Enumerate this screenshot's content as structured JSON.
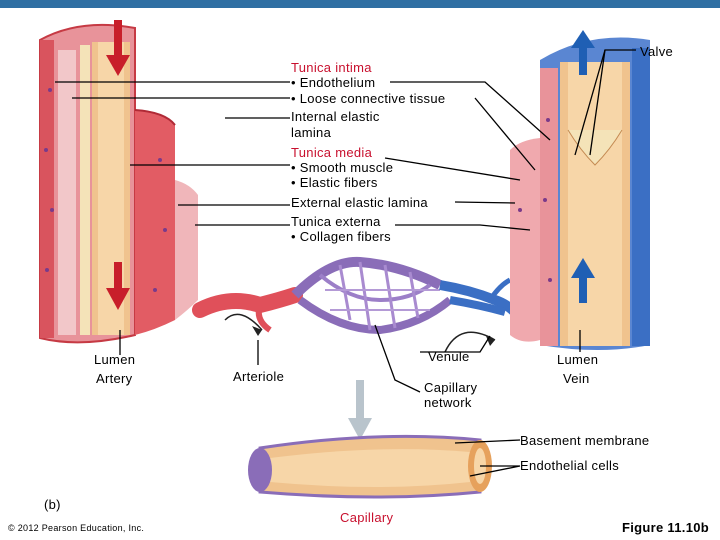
{
  "labels": {
    "valve": "Valve",
    "tunica_intima": "Tunica intima",
    "endothelium": "• Endothelium",
    "loose_ct": "• Loose connective tissue",
    "internal_elastic_1": "Internal elastic",
    "internal_elastic_2": "lamina",
    "tunica_media": "Tunica media",
    "smooth_muscle": "• Smooth muscle",
    "elastic_fibers": "• Elastic fibers",
    "external_elastic": "External elastic lamina",
    "tunica_externa": "Tunica externa",
    "collagen_fibers": "• Collagen fibers",
    "lumen_artery_1": "Lumen",
    "lumen_artery_2": "Artery",
    "arteriole": "Arteriole",
    "venule": "Venule",
    "capillary_network_1": "Capillary",
    "capillary_network_2": "network",
    "lumen_vein_1": "Lumen",
    "lumen_vein_2": "Vein",
    "basement_membrane": "Basement membrane",
    "endothelial_cells": "Endothelial cells",
    "panel": "(b)",
    "copyright": "© 2012 Pearson Education, Inc.",
    "capillary": "Capillary",
    "figure": "Figure 11.10b"
  },
  "colors": {
    "topbar": "#2f6fa3",
    "artery": "#e0404a",
    "vein": "#3b6fc4",
    "capillary": "#8a6db8",
    "label_red": "#c8102e"
  }
}
